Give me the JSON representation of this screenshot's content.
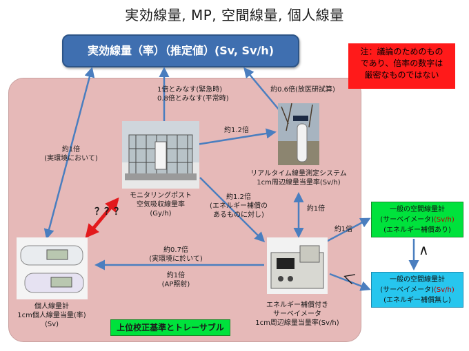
{
  "title": "実効線量, MP, 空間線量, 個人線量",
  "top_box": "実効線量（率）（推定値）(Sv, Sv/h)",
  "note": [
    "注：議論のためのもの",
    "であり、倍率の数字は",
    "厳密なものではない"
  ],
  "edge_labels": {
    "mp_to_top": [
      "1倍とみなす(緊急時)",
      "0.8倍とみなす(平常時)"
    ],
    "realtime_to_top": "約0.6倍(放医研試算)",
    "personal_to_top": [
      "約1倍",
      "(実環境において)"
    ],
    "mp_to_realtime": "約1.2倍",
    "mp_to_survey": [
      "約1.2倍",
      "(エネルギー補償の",
      "あるものに対し)"
    ],
    "realtime_to_survey": "約1倍",
    "survey_to_personal_env": [
      "約0.7倍",
      "(実環境に於いて)"
    ],
    "survey_to_personal_ap": [
      "約1倍",
      "(AP照射)"
    ],
    "survey_to_general": "約1倍",
    "question": "？？？"
  },
  "nodes": {
    "monitoring_post": [
      "モニタリングポスト",
      "空気吸収線量率",
      "(Gy/h)"
    ],
    "realtime_system": [
      "リアルタイム線量測定システム",
      "1cm周辺線量当量率(Sv/h)"
    ],
    "personal_meter": [
      "個人線量計",
      "1cm個人線量当量(率)",
      "(Sv)"
    ],
    "survey_meter": [
      "エネルギー補償付き",
      "サーベイメータ",
      "1cm周辺線量当量率(Sv/h)"
    ],
    "general_with": [
      "一般の空間線量計",
      "(サーベイメータ)",
      "(Sv/h)",
      "(エネルギー補償あり)"
    ],
    "general_without": [
      "一般の空間線量計",
      "(サーベイメータ)",
      "(Sv/h)",
      "(エネルギー補償無し)"
    ]
  },
  "relation_symbols": {
    "wedge_up": "∧",
    "less_than": "＜"
  },
  "traceable": "上位校正基準とトレーサブル",
  "colors": {
    "arrow": "#4a7ebf",
    "red_arrow": "#e3191c",
    "pink_area": "#e6b9b8",
    "top_box": "#3f6fb0",
    "note": "#ff1a1a",
    "green": "#00e23c",
    "cyan": "#27c6ee"
  }
}
